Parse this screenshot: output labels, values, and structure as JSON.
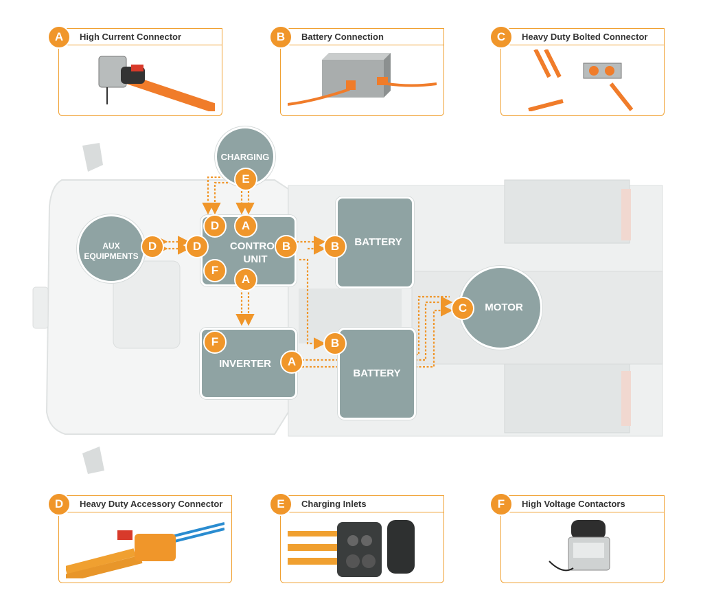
{
  "cards": [
    {
      "letter": "A",
      "title": "High Current Connector"
    },
    {
      "letter": "B",
      "title": "Battery Connection"
    },
    {
      "letter": "C",
      "title": "Heavy Duty Bolted Connector"
    },
    {
      "letter": "D",
      "title": "Heavy Duty Accessory Connector"
    },
    {
      "letter": "E",
      "title": "Charging Inlets"
    },
    {
      "letter": "F",
      "title": "High Voltage Contactors"
    }
  ],
  "nodes": {
    "charging": "CHARGING",
    "aux_line1": "AUX",
    "aux_line2": "EQUIPMENTS",
    "control_line1": "CONTROL",
    "control_line2": "UNIT",
    "battery_top": "BATTERY",
    "battery_bottom": "BATTERY",
    "inverter": "INVERTER",
    "motor": "MOTOR"
  },
  "colors": {
    "accent": "#f0962a",
    "node": "#8fa3a3",
    "vehicle": "#e6e8e8"
  }
}
